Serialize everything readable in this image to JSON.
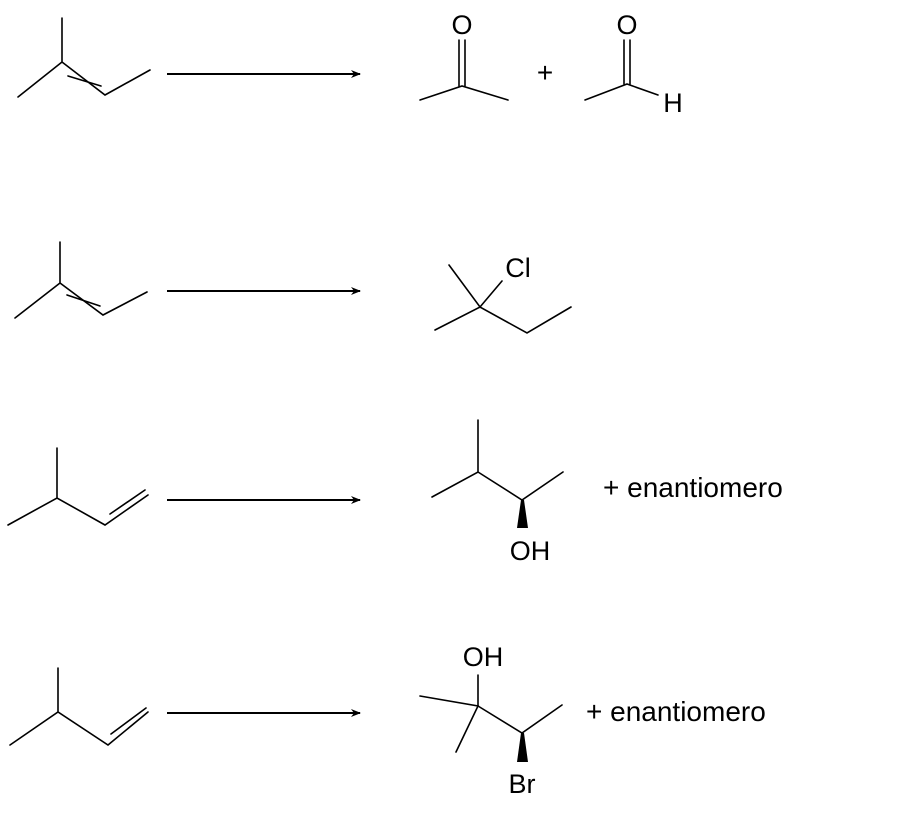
{
  "reactions": [
    {
      "products": [
        {
          "atoms": [
            "O"
          ]
        },
        {
          "atoms": [
            "O",
            "H"
          ]
        }
      ],
      "plus": "+"
    },
    {
      "products": [
        {
          "atoms": [
            "Cl"
          ]
        }
      ]
    },
    {
      "products": [
        {
          "atoms": [
            "OH"
          ]
        }
      ],
      "note": "+ enantiomero"
    },
    {
      "products": [
        {
          "atoms": [
            "OH",
            "Br"
          ]
        }
      ],
      "note": "+ enantiomero"
    }
  ]
}
